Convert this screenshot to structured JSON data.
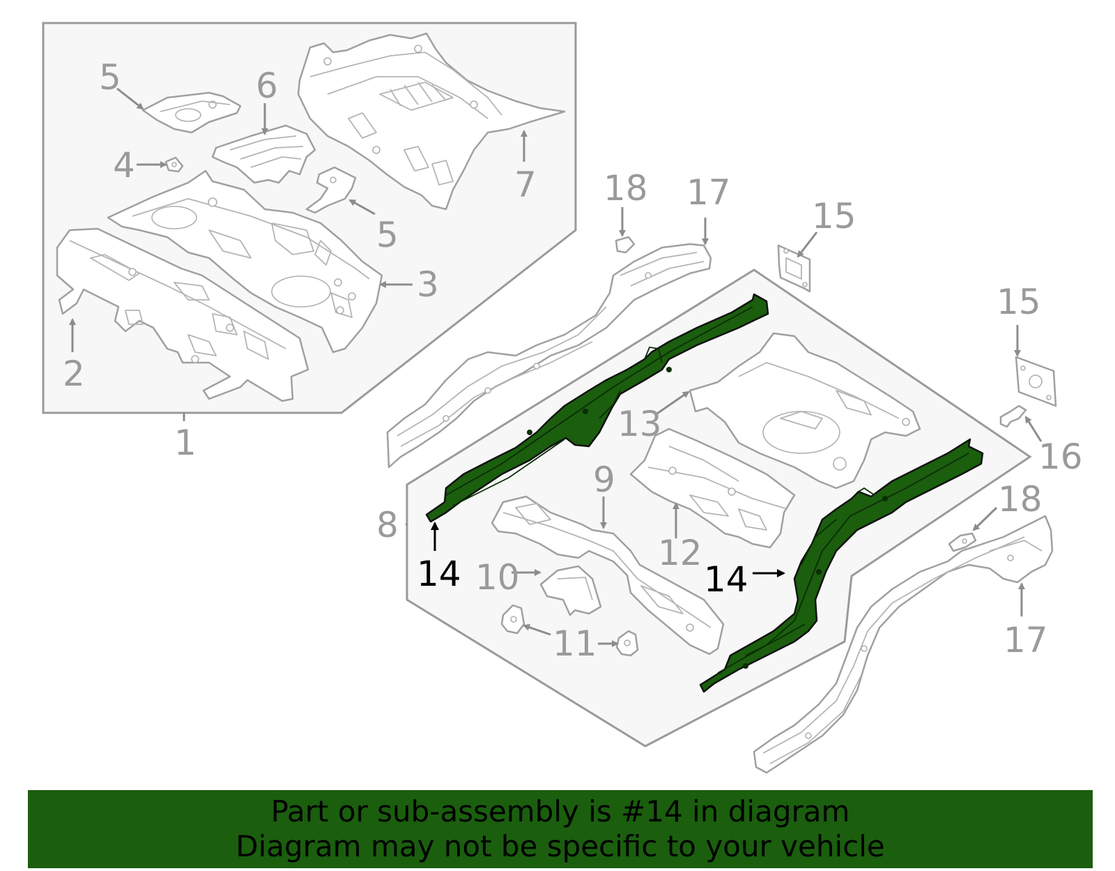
{
  "callouts": {
    "c1": "1",
    "c2": "2",
    "c3": "3",
    "c4": "4",
    "c5a": "5",
    "c5b": "5",
    "c6": "6",
    "c7": "7",
    "c8": "8",
    "c9": "9",
    "c10": "10",
    "c11": "11",
    "c12": "12",
    "c13": "13",
    "c14a": "14",
    "c14b": "14",
    "c15a": "15",
    "c15b": "15",
    "c16": "16",
    "c17a": "17",
    "c17b": "17",
    "c18a": "18",
    "c18b": "18"
  },
  "banner": {
    "line1": "Part or sub-assembly is #14 in diagram",
    "line2": "Diagram may not be specific to your vehicle"
  },
  "colors": {
    "highlight": "#1a5e0e",
    "callout": "#9a9a9a",
    "callout_highlight": "#000000"
  }
}
